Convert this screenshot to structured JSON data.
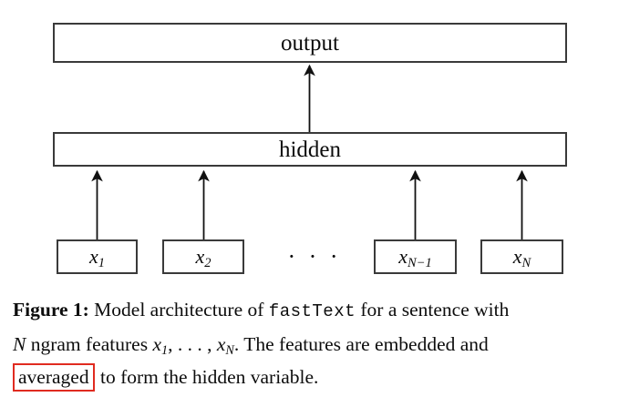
{
  "diagram": {
    "type": "neural-network-architecture",
    "layers": [
      {
        "id": "output",
        "label": "output"
      },
      {
        "id": "hidden",
        "label": "hidden"
      }
    ],
    "features": [
      {
        "id": "x1",
        "base": "x",
        "sub": "1"
      },
      {
        "id": "x2",
        "base": "x",
        "sub": "2"
      },
      {
        "id": "xN-1",
        "base": "x",
        "sub": "N−1"
      },
      {
        "id": "xN",
        "base": "x",
        "sub": "N"
      }
    ],
    "ellipsis": "· · ·",
    "arrows": [
      {
        "from": "x1",
        "to": "hidden"
      },
      {
        "from": "x2",
        "to": "hidden"
      },
      {
        "from": "xN-1",
        "to": "hidden"
      },
      {
        "from": "xN",
        "to": "hidden"
      },
      {
        "from": "hidden",
        "to": "output"
      }
    ],
    "stroke_color": "#3a3a3a"
  },
  "caption": {
    "figure_label": "Figure 1:",
    "line1_before_mono": " Model architecture of ",
    "mono_term": "fastText",
    "line1_after_mono": " for a sentence with",
    "line2_var_N": "N",
    "line2_text_a": " ngram features ",
    "line2_x_first_base": "x",
    "line2_x_first_sub": "1",
    "line2_dots": ", . . . , ",
    "line2_x_last_base": "x",
    "line2_x_last_sub": "N",
    "line2_text_b": ". The features are embedded and",
    "line3_highlighted": "averaged",
    "line3_rest": " to form the hidden variable.",
    "highlight_color": "#e02b20"
  }
}
